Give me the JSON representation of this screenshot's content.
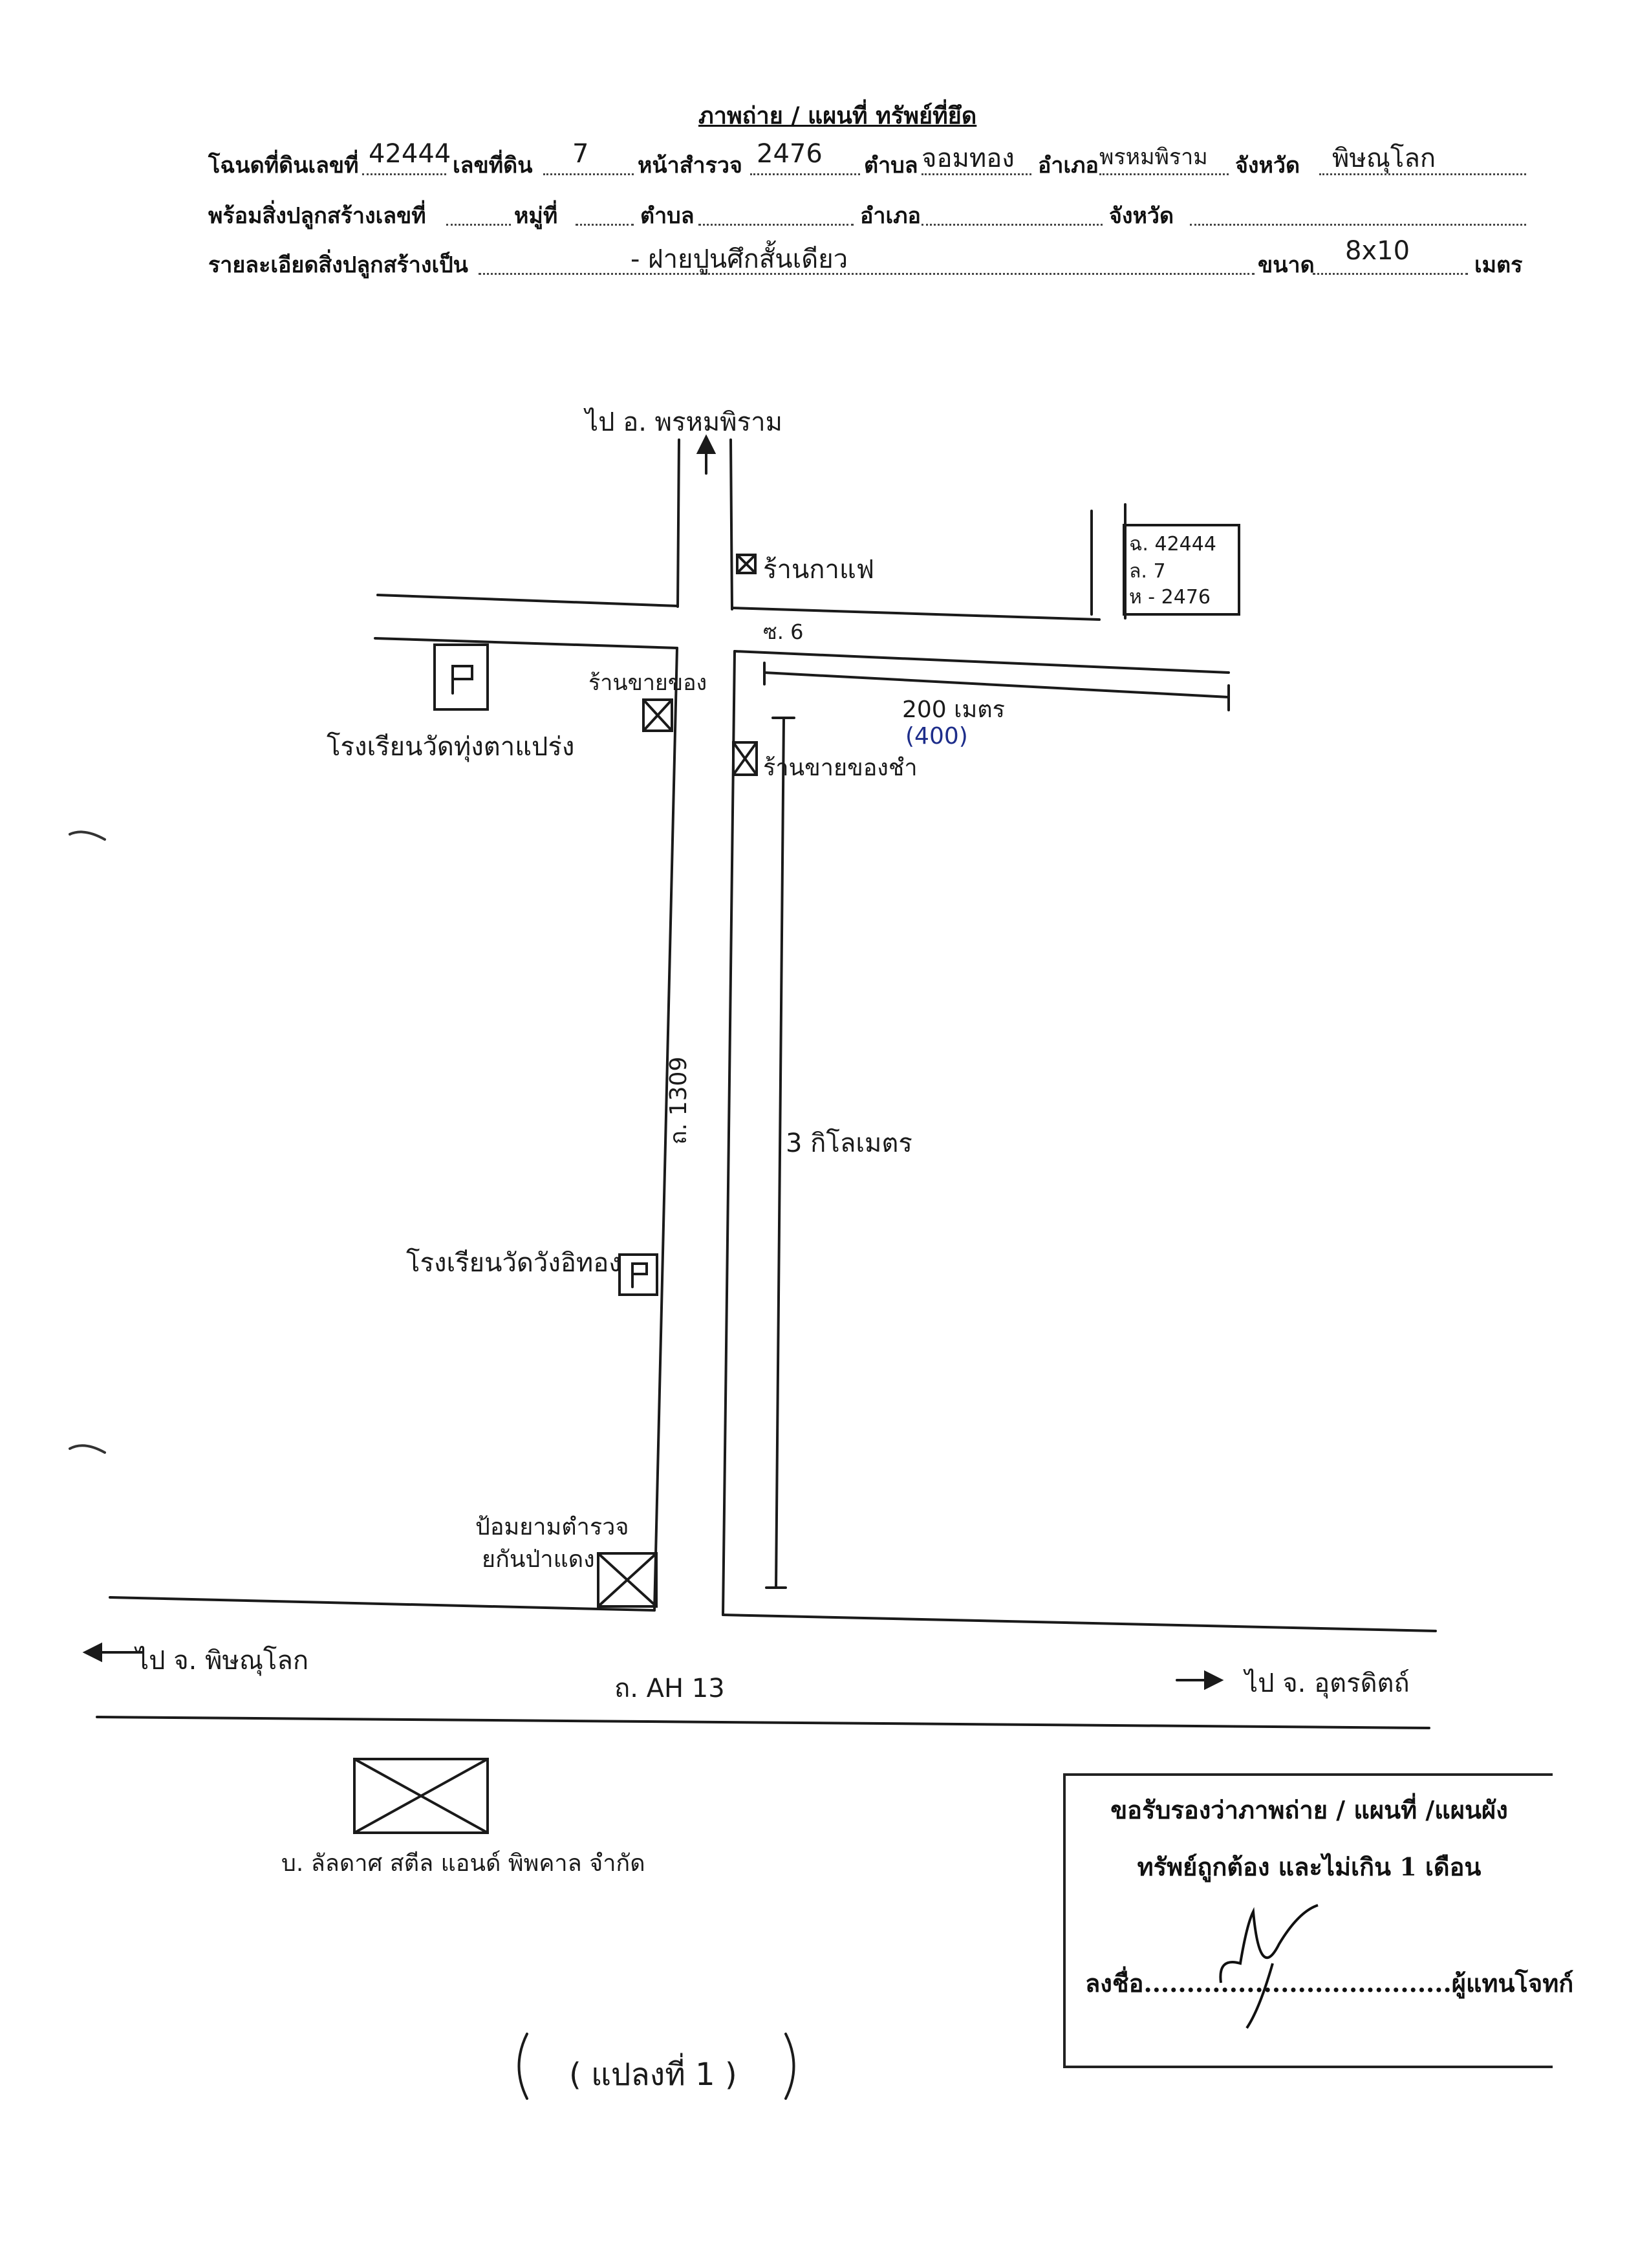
{
  "title": "ภาพถ่าย / แผนที่ ทรัพย์ที่ยึด",
  "header": {
    "row1": {
      "deed_label": "โฉนดที่ดินเลขที่",
      "deed_no": "42444",
      "land_no_label": "เลขที่ดิน",
      "land_no": "7",
      "survey_label": "หน้าสำรวจ",
      "survey_no": "2476",
      "tambon_label": "ตำบล",
      "tambon": "จอมทอง",
      "amphoe_label": "อำเภอ",
      "amphoe": "พรหมพิราม",
      "province_label": "จังหวัด",
      "province": "พิษณุโลก"
    },
    "row2": {
      "building_label": "พร้อมสิ่งปลูกสร้างเลขที่",
      "moo_label": "หมู่ที่",
      "tambon_label": "ตำบล",
      "amphoe_label": "อำเภอ",
      "province_label": "จังหวัด"
    },
    "row3": {
      "detail_label": "รายละเอียดสิ่งปลูกสร้างเป็น",
      "detail_value": "- ฝายปูนศึกสั้นเดียว",
      "size_label": "ขนาด",
      "size_value": "8x10",
      "unit": "เมตร"
    }
  },
  "map": {
    "north_label": "ไป อ. พรหมพิราม",
    "parcel_box": [
      "ฉ. 42444",
      "ล. 7",
      "ห - 2476"
    ],
    "coffee_shop": "ร้านกาแฟ",
    "soi": "ซ. 6",
    "store": "ร้านขายของ",
    "distance_200": "200 เมตร",
    "distance_400": "(400)",
    "shop_opposite": "ร้านขายของชำ",
    "school_1": "โรงเรียนวัดทุ่งตาแปร่ง",
    "road_1309": "ถ. 1309",
    "km_label": "3 กิโลเมตร",
    "school_2": "โรงเรียนวัดวังอิทอง",
    "police": [
      "ป้อมยามตำรวจ",
      "ยกันป่าแดง"
    ],
    "west_label": "ไป จ. พิษณุโลก",
    "highway": "ถ. AH 13",
    "east_label": "ไป จ. อุตรดิตถ์",
    "legend_label": "บ. ลัลดาศ สตีล แอนด์ พิพคาล จำกัด",
    "plot_label": "( แปลงที่ 1 )"
  },
  "certification": {
    "line1": "ขอรับรองว่าภาพถ่าย / แผนที่ /แผนผัง",
    "line2": "ทรัพย์ถูกต้อง และไม่เกิน 1 เดือน",
    "sign_label": "ลงชื่อ",
    "sign_dots": "....................................",
    "role": "ผู้แทนโจทก์"
  }
}
